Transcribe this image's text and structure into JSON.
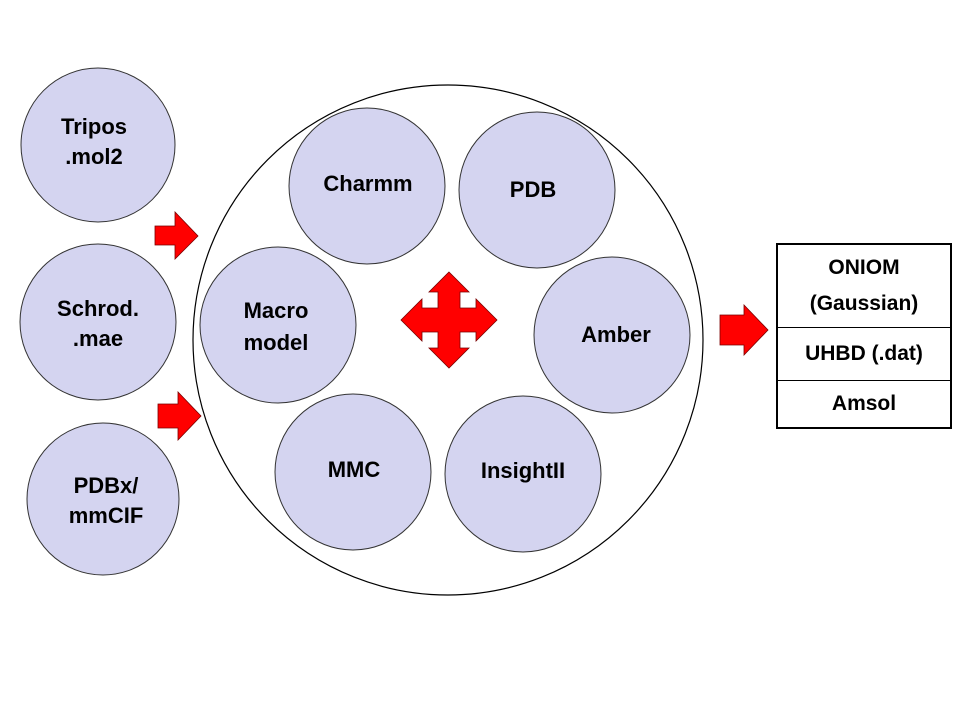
{
  "diagram": {
    "inputs": [
      {
        "lines": [
          "Tripos",
          ".mol2"
        ]
      },
      {
        "lines": [
          "Schrod.",
          ".mae"
        ]
      },
      {
        "lines": [
          "PDBx/",
          "mmCIF"
        ]
      }
    ],
    "hub": {
      "formats": [
        {
          "lines": [
            "Charmm"
          ]
        },
        {
          "lines": [
            "PDB"
          ]
        },
        {
          "lines": [
            "Macro",
            "model"
          ]
        },
        {
          "lines": [
            "Amber"
          ]
        },
        {
          "lines": [
            "MMC"
          ]
        },
        {
          "lines": [
            "InsightII"
          ]
        }
      ],
      "center_icon": "four-way-arrow-icon"
    },
    "outputs": [
      {
        "lines": [
          "ONIOM",
          "(Gaussian)"
        ]
      },
      {
        "lines": [
          "UHBD (.dat)"
        ]
      },
      {
        "lines": [
          "Amsol"
        ]
      }
    ],
    "colors": {
      "node_fill": "#d4d4f0",
      "arrow": "#ff0000"
    }
  }
}
